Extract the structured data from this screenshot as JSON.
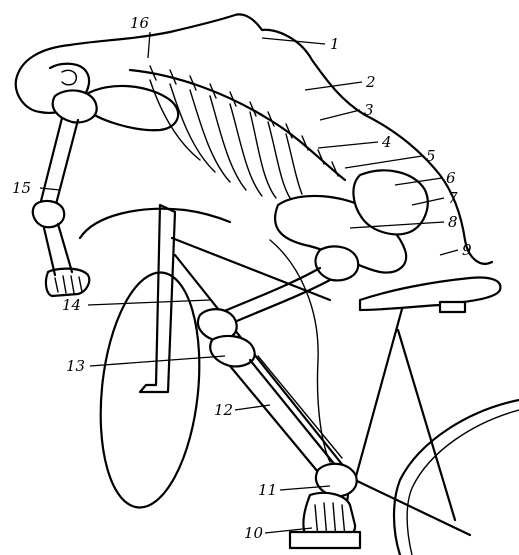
{
  "figure": {
    "subject": "skeleton of a cyclist riding a bicycle",
    "line_color": "#000000",
    "background": "#ffffff"
  },
  "callouts": [
    {
      "id": "label-1",
      "text": "1"
    },
    {
      "id": "label-2",
      "text": "2"
    },
    {
      "id": "label-3",
      "text": "3"
    },
    {
      "id": "label-4",
      "text": "4"
    },
    {
      "id": "label-5",
      "text": "5"
    },
    {
      "id": "label-6",
      "text": "6"
    },
    {
      "id": "label-7",
      "text": "7"
    },
    {
      "id": "label-8",
      "text": "8"
    },
    {
      "id": "label-9",
      "text": "9"
    },
    {
      "id": "label-10",
      "text": "10"
    },
    {
      "id": "label-11",
      "text": "11"
    },
    {
      "id": "label-12",
      "text": "12"
    },
    {
      "id": "label-13",
      "text": "13"
    },
    {
      "id": "label-14",
      "text": "14"
    },
    {
      "id": "label-15",
      "text": "15"
    },
    {
      "id": "label-16",
      "text": "16"
    }
  ]
}
